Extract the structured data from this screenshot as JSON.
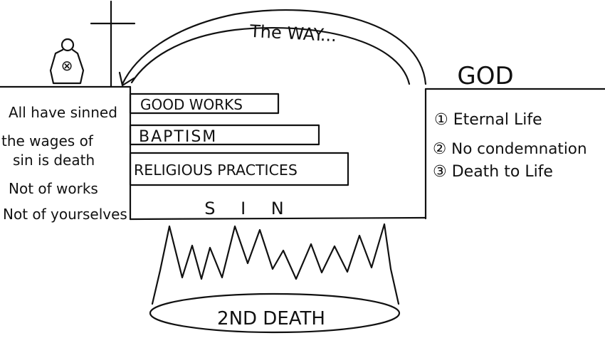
{
  "diagram": {
    "way_label": "The WAY...",
    "god_label": "GOD",
    "sin_label": "S I N",
    "death_label": "2ND DEATH",
    "person_symbol": "⊗",
    "bars": [
      "GOOD WORKS",
      "BAPTISM",
      "RELIGIOUS PRACTICES"
    ],
    "left_verses": [
      "All have sinned",
      "the wages of",
      "sin is death",
      "Not of works",
      "Not of yourselves"
    ],
    "right_promises": [
      "① Eternal Life",
      "② No condemnation",
      "③ Death to Life"
    ]
  }
}
